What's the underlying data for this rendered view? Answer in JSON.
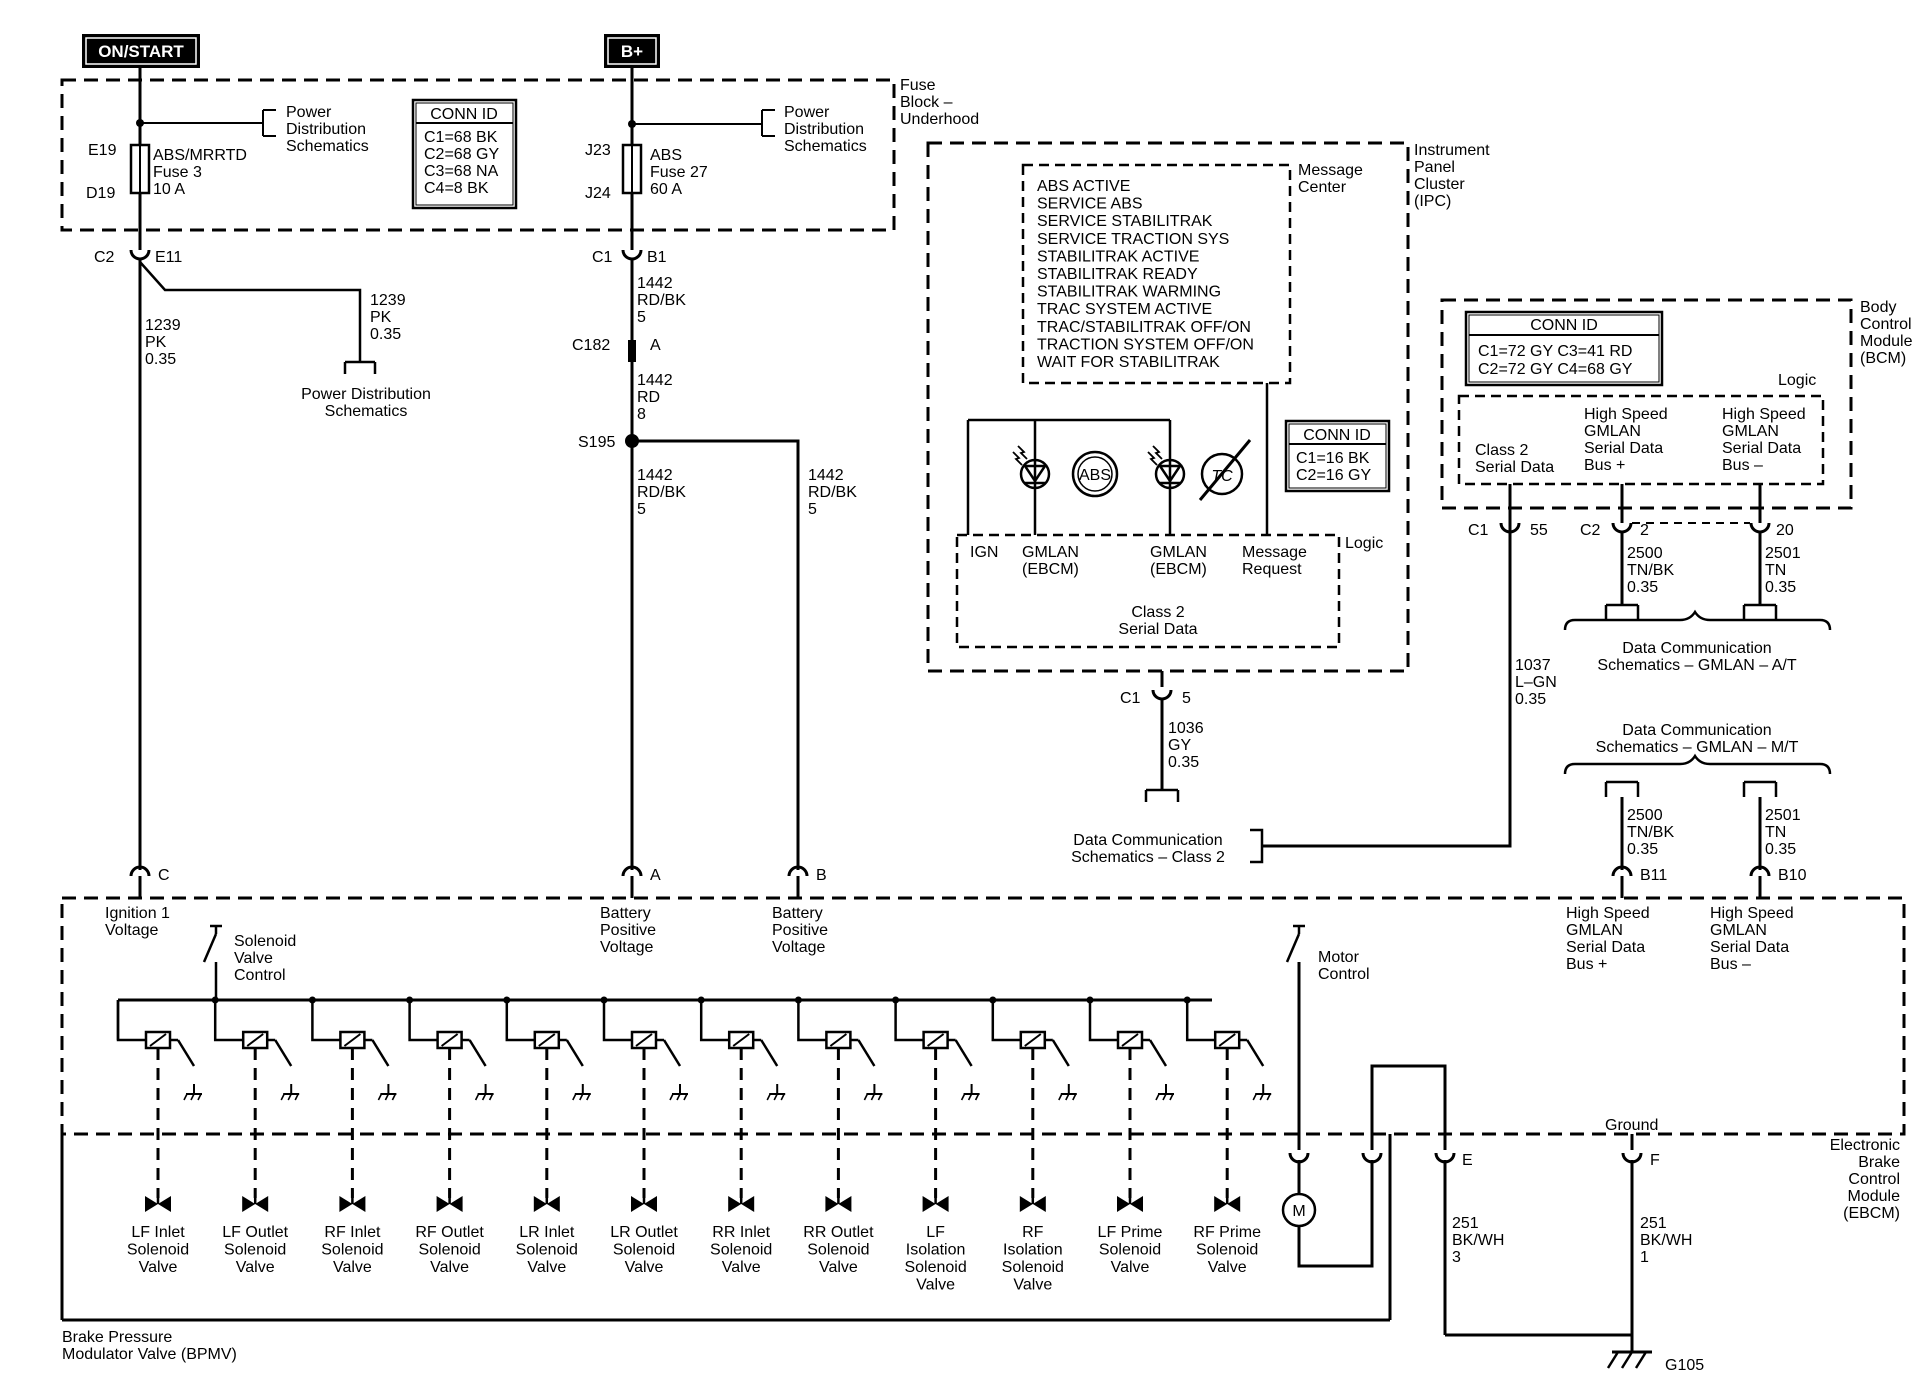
{
  "title": "",
  "power": {
    "on_start": "ON/START",
    "b_plus": "B+"
  },
  "fuse_block": {
    "name": [
      "Fuse",
      "Block –",
      "Underhood"
    ],
    "pd_left": [
      "Power",
      "Distribution",
      "Schematics"
    ],
    "pd_right": [
      "Power",
      "Distribution",
      "Schematics"
    ],
    "conn_title": "CONN ID",
    "conn": [
      "C1=68 BK",
      "C2=68 GY",
      "C3=68 NA",
      "C4=8 BK"
    ],
    "fuse3": {
      "top": "E19",
      "bot": "D19",
      "lines": [
        "ABS/MRRTD",
        "Fuse 3",
        "10 A"
      ]
    },
    "fuse27": {
      "top": "J23",
      "bot": "J24",
      "lines": [
        "ABS",
        "Fuse 27",
        "60 A"
      ]
    }
  },
  "ign_branch": {
    "c2": "C2",
    "e11": "E11",
    "wire_main": [
      "1239",
      "PK",
      "0.35"
    ],
    "wire_branch": [
      "1239",
      "PK",
      "0.35"
    ],
    "pd": [
      "Power Distribution",
      "Schematics"
    ]
  },
  "bat_branch": {
    "c1": "C1",
    "b1": "B1",
    "w1": [
      "1442",
      "RD/BK",
      "5"
    ],
    "c182": "C182",
    "a": "A",
    "w2": [
      "1442",
      "RD",
      "8"
    ],
    "s195": "S195",
    "w3": [
      "1442",
      "RD/BK",
      "5"
    ],
    "w4": [
      "1442",
      "RD/BK",
      "5"
    ]
  },
  "ipc": {
    "name": [
      "Instrument",
      "Panel",
      "Cluster",
      "(IPC)"
    ],
    "msg_center": [
      "Message",
      "Center"
    ],
    "messages": [
      "ABS ACTIVE",
      "SERVICE ABS",
      "SERVICE STABILITRAK",
      "SERVICE TRACTION SYS",
      "STABILITRAK ACTIVE",
      "STABILITRAK READY",
      "STABILITRAK WARMING",
      "TRAC SYSTEM ACTIVE",
      "TRAC/STABILITRAK OFF/ON",
      "TRACTION SYSTEM OFF/ON",
      "WAIT FOR STABILITRAK"
    ],
    "conn_title": "CONN ID",
    "conn": [
      "C1=16 BK",
      "C2=16 GY"
    ],
    "abs_icon": "ABS",
    "tc_icon": "TC",
    "logic": "Logic",
    "ign": "IGN",
    "gmlan1": [
      "GMLAN",
      "(EBCM)"
    ],
    "gmlan2": [
      "GMLAN",
      "(EBCM)"
    ],
    "msg_req": [
      "Message",
      "Request"
    ],
    "class2": [
      "Class 2",
      "Serial Data"
    ],
    "c1": "C1",
    "pin": "5",
    "wire": [
      "1036",
      "GY",
      "0.35"
    ],
    "dc": [
      "Data Communication",
      "Schematics – Class 2"
    ]
  },
  "bcm": {
    "name": [
      "Body",
      "Control",
      "Module",
      "(BCM)"
    ],
    "conn_title": "CONN ID",
    "conn": [
      "C1=72 GY  C3=41 RD",
      "C2=72 GY  C4=68 GY"
    ],
    "logic": "Logic",
    "class2": [
      "Class 2",
      "Serial Data"
    ],
    "hs_plus": [
      "High Speed",
      "GMLAN",
      "Serial Data",
      "Bus +"
    ],
    "hs_minus": [
      "High Speed",
      "GMLAN",
      "Serial Data",
      "Bus –"
    ],
    "c1": "C1",
    "p55": "55",
    "c2": "C2",
    "p2": "2",
    "p20": "20",
    "w2500": [
      "2500",
      "TN/BK",
      "0.35"
    ],
    "w2501": [
      "2501",
      "TN",
      "0.35"
    ],
    "w1037": [
      "1037",
      "L–GN",
      "0.35"
    ],
    "dc_at": [
      "Data Communication",
      "Schematics – GMLAN – A/T"
    ],
    "dc_mt": [
      "Data Communication",
      "Schematics – GMLAN – M/T"
    ],
    "w2500b": [
      "2500",
      "TN/BK",
      "0.35"
    ],
    "w2501b": [
      "2501",
      "TN",
      "0.35"
    ]
  },
  "ebcm": {
    "name": [
      "Electronic",
      "Brake",
      "Control",
      "Module",
      "(EBCM)"
    ],
    "pin_c": "C",
    "pin_a": "A",
    "pin_b": "B",
    "pin_b11": "B11",
    "pin_b10": "B10",
    "pin_e": "E",
    "pin_f": "F",
    "ign_v": [
      "Ignition 1",
      "Voltage"
    ],
    "bat_v1": [
      "Battery",
      "Positive",
      "Voltage"
    ],
    "bat_v2": [
      "Battery",
      "Positive",
      "Voltage"
    ],
    "hs_plus": [
      "High Speed",
      "GMLAN",
      "Serial Data",
      "Bus +"
    ],
    "hs_minus": [
      "High Speed",
      "GMLAN",
      "Serial Data",
      "Bus –"
    ],
    "svc": [
      "Solenoid",
      "Valve",
      "Control"
    ],
    "motor": [
      "Motor",
      "Control"
    ],
    "ground": "Ground",
    "motor_icon": "M",
    "w251e": [
      "251",
      "BK/WH",
      "3"
    ],
    "w251f": [
      "251",
      "BK/WH",
      "1"
    ],
    "g105": "G105"
  },
  "bpmv": {
    "name": [
      "Brake Pressure",
      "Modulator Valve (BPMV)"
    ],
    "valves": [
      [
        "LF Inlet",
        "Solenoid",
        "Valve"
      ],
      [
        "LF Outlet",
        "Solenoid",
        "Valve"
      ],
      [
        "RF Inlet",
        "Solenoid",
        "Valve"
      ],
      [
        "RF Outlet",
        "Solenoid",
        "Valve"
      ],
      [
        "LR Inlet",
        "Solenoid",
        "Valve"
      ],
      [
        "LR Outlet",
        "Solenoid",
        "Valve"
      ],
      [
        "RR Inlet",
        "Solenoid",
        "Valve"
      ],
      [
        "RR Outlet",
        "Solenoid",
        "Valve"
      ],
      [
        "LF",
        "Isolation",
        "Solenoid",
        "Valve"
      ],
      [
        "RF",
        "Isolation",
        "Solenoid",
        "Valve"
      ],
      [
        "LF Prime",
        "Solenoid",
        "Valve"
      ],
      [
        "RF Prime",
        "Solenoid",
        "Valve"
      ]
    ]
  }
}
